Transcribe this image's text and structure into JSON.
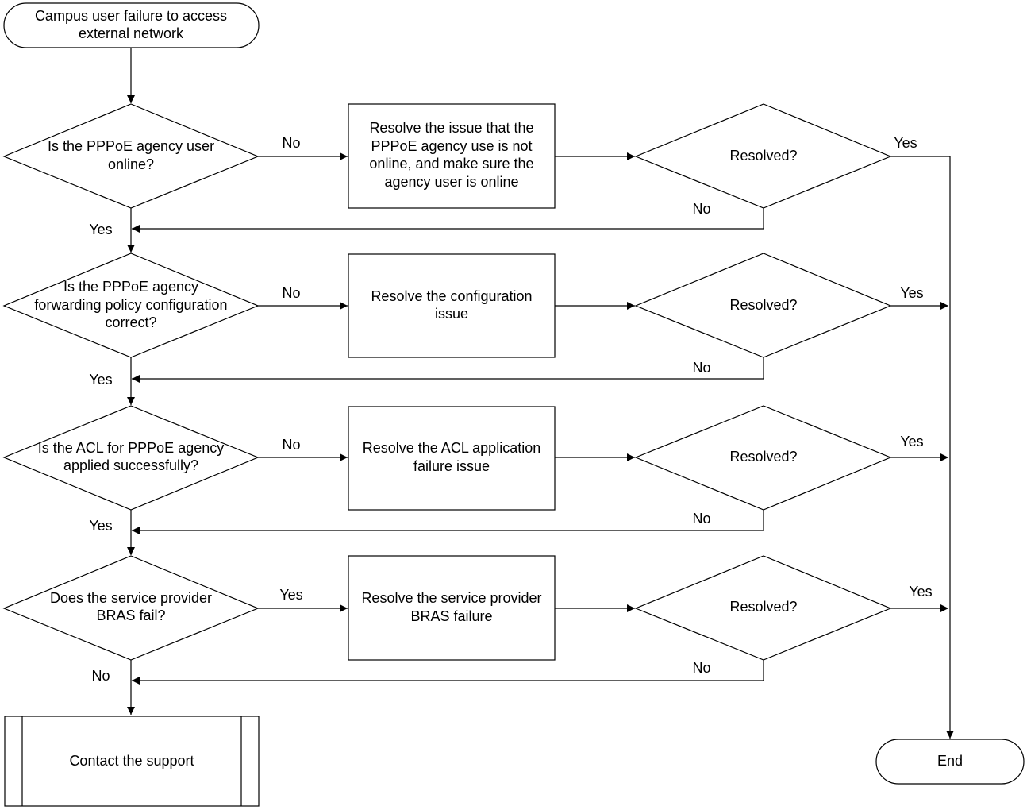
{
  "start": {
    "lines": [
      "Campus user failure to access",
      "external network"
    ]
  },
  "end": {
    "label": "End"
  },
  "contact": {
    "label": "Contact the support"
  },
  "steps": [
    {
      "question": [
        "Is the PPPoE agency user",
        "online?"
      ],
      "branch_label": "No",
      "continue_label": "Yes",
      "action": [
        "Resolve the issue that the",
        "PPPoE agency use is not",
        "online, and make sure the",
        "agency user is online"
      ],
      "check": "Resolved?",
      "resolved_label": "Yes",
      "unresolved_label": "No"
    },
    {
      "question": [
        "Is the PPPoE agency",
        "forwarding policy configuration",
        "correct?"
      ],
      "branch_label": "No",
      "continue_label": "Yes",
      "action": [
        "Resolve the configuration",
        "issue"
      ],
      "check": "Resolved?",
      "resolved_label": "Yes",
      "unresolved_label": "No"
    },
    {
      "question": [
        "Is the ACL for PPPoE agency",
        "applied successfully?"
      ],
      "branch_label": "No",
      "continue_label": "Yes",
      "action": [
        "Resolve the ACL application",
        "failure issue"
      ],
      "check": "Resolved?",
      "resolved_label": "Yes",
      "unresolved_label": "No"
    },
    {
      "question": [
        "Does the service provider",
        "BRAS fail?"
      ],
      "branch_label": "Yes",
      "continue_label": "No",
      "action": [
        "Resolve the service provider",
        "BRAS failure"
      ],
      "check": "Resolved?",
      "resolved_label": "Yes",
      "unresolved_label": "No"
    }
  ]
}
